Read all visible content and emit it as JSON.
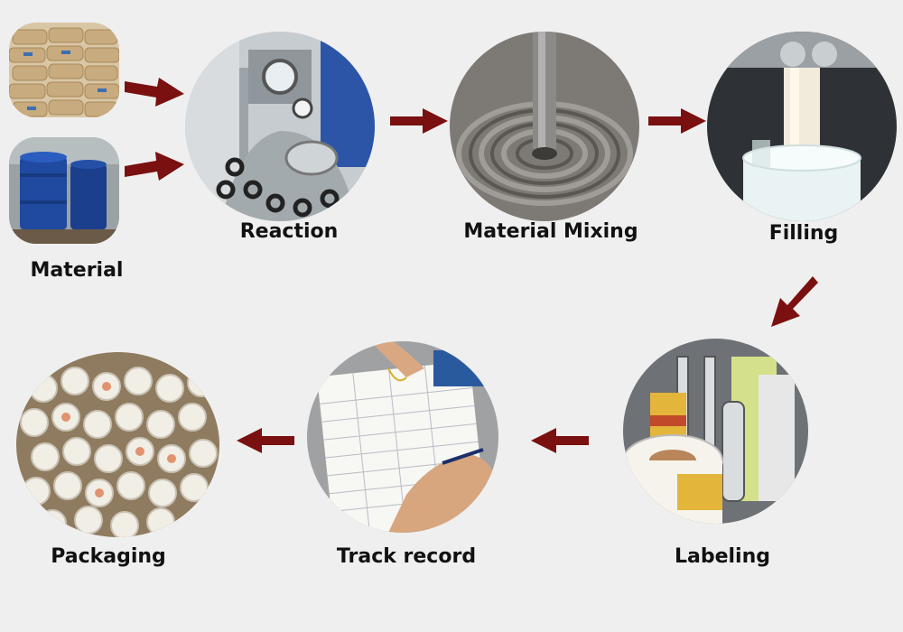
{
  "steps": [
    {
      "label": "Material"
    },
    {
      "label": "Reaction"
    },
    {
      "label": "Material Mixing"
    },
    {
      "label": "Filling"
    },
    {
      "label": "Labeling"
    },
    {
      "label": "Track record"
    },
    {
      "label": "Packaging"
    }
  ],
  "colors": {
    "arrow": "#7a1010",
    "background": "#efefef"
  },
  "icons": [
    "arrow-right-icon",
    "arrow-down-left-icon",
    "arrow-left-icon"
  ]
}
